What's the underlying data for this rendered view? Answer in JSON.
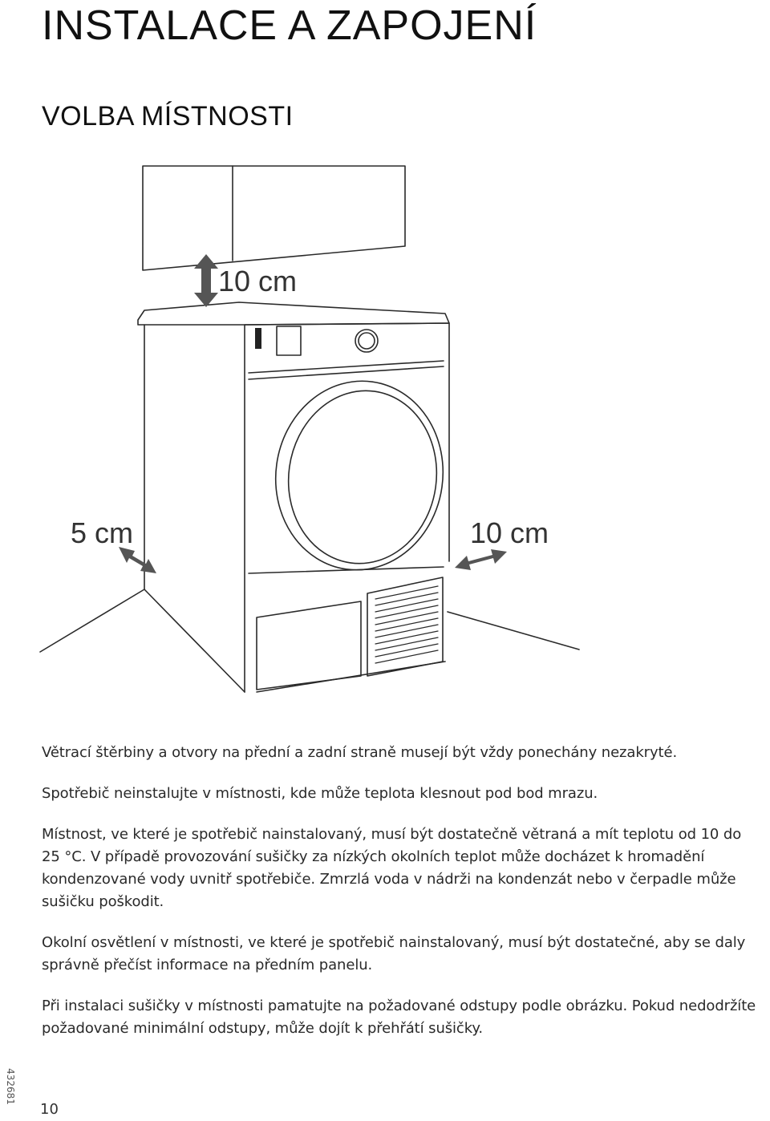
{
  "page": {
    "title": "INSTALACE A ZAPOJENÍ",
    "section_title": "VOLBA MÍSTNOSTI"
  },
  "figure": {
    "label_top": "10 cm",
    "label_left": "5 cm",
    "label_right": "10 cm"
  },
  "paragraphs": [
    "Větrací štěrbiny a otvory na přední a zadní straně musejí být vždy ponechány nezakryté.",
    "Spotřebič neinstalujte v místnosti, kde může teplota klesnout pod bod mrazu.",
    "Místnost, ve které je spotřebič nainstalovaný, musí být dostatečně větraná a mít teplotu od 10 do 25 °C. V případě provozování sušičky za nízkých okolních teplot může docházet k hromadění kondenzované vody uvnitř spotřebiče. Zmrzlá voda v nádrži na kondenzát nebo v čerpadle může sušičku poškodit.",
    "Okolní osvětlení v místnosti, ve které je spotřebič nainstalovaný, musí být dostatečné, aby se daly správně přečíst informace na předním panelu.",
    "Při instalaci sušičky v místnosti pamatujte na požadované odstupy podle obrázku. Pokud nedodržíte požadované minimální odstupy, může dojít k přehřátí sušičky."
  ],
  "footer": {
    "page_number": "10",
    "doc_code": "432681"
  }
}
